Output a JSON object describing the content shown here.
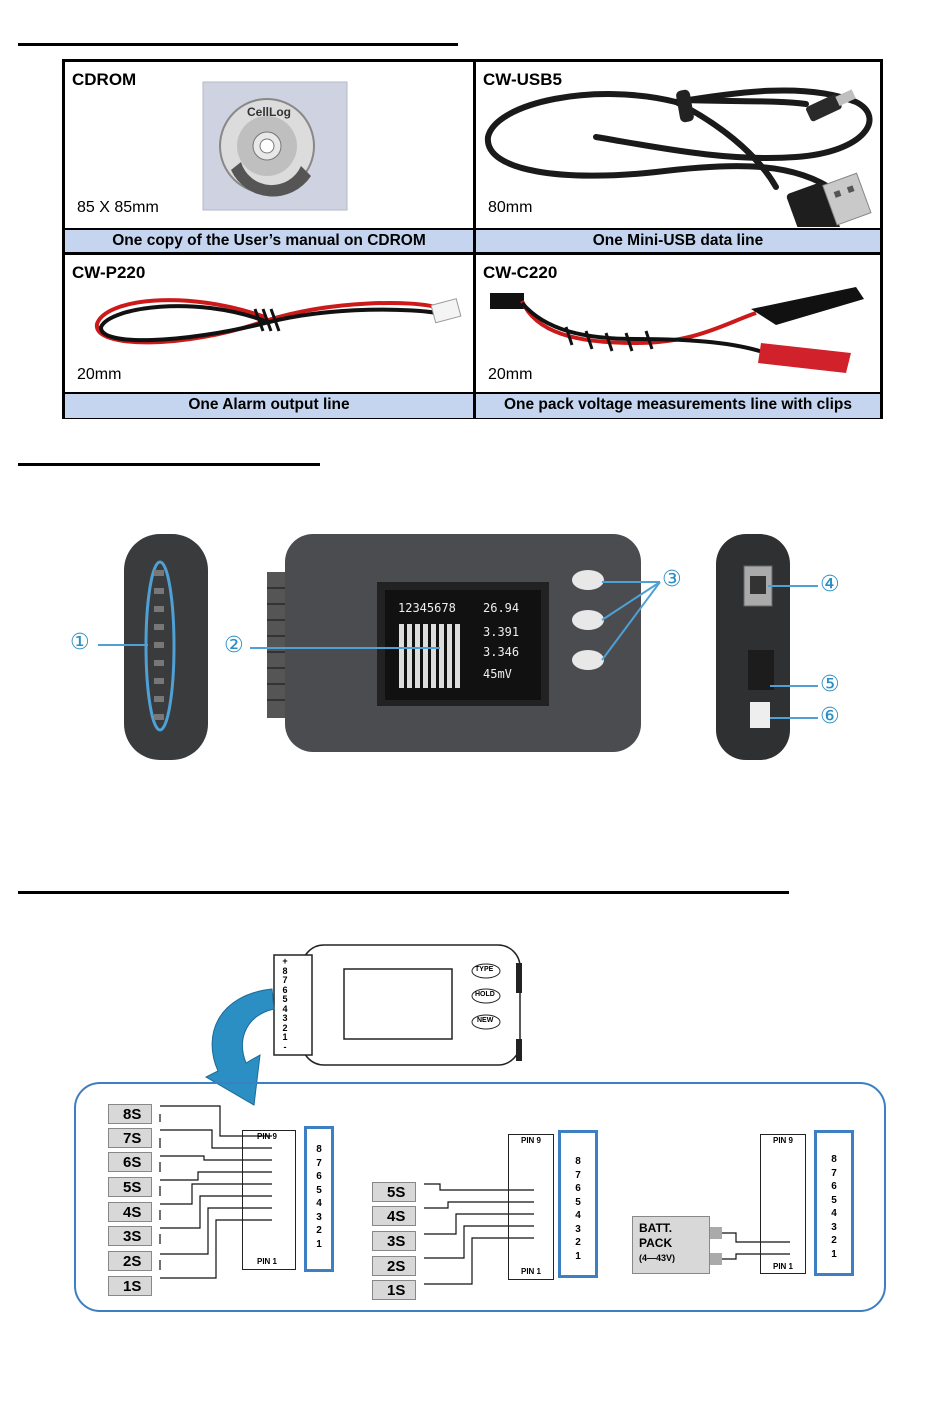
{
  "accessories": [
    {
      "code": "CDROM",
      "size": "85 X 85mm",
      "caption": "One copy of the User’s manual on CDROM",
      "cd_brand": "CellLog"
    },
    {
      "code": "CW-USB5",
      "size": "80mm",
      "caption": "One Mini-USB data line"
    },
    {
      "code": "CW-P220",
      "size": "20mm",
      "caption": "One Alarm output line"
    },
    {
      "code": "CW-C220",
      "size": "20mm",
      "caption": "One pack voltage measurements line with clips"
    }
  ],
  "device": {
    "screen_digits": "12345678",
    "readings": [
      "26.94",
      "3.391",
      "3.346",
      "45mV"
    ],
    "callouts": [
      "①",
      "②",
      "③",
      "④",
      "⑤",
      "⑥"
    ]
  },
  "connection": {
    "buttons": [
      "TYPE",
      "HOLD",
      "NEW"
    ],
    "pins": [
      "8",
      "7",
      "6",
      "5",
      "4",
      "3",
      "2",
      "1",
      "-"
    ],
    "header_pins": [
      "+",
      "8",
      "7",
      "6",
      "5",
      "4",
      "3",
      "2",
      "1",
      "-"
    ],
    "pin_top": "PIN 9",
    "pin_bottom": "PIN 1",
    "cells_8s": [
      "8S",
      "7S",
      "6S",
      "5S",
      "4S",
      "3S",
      "2S",
      "1S"
    ],
    "cells_5s": [
      "5S",
      "4S",
      "3S",
      "2S",
      "1S"
    ],
    "batt": {
      "line1": "BATT.",
      "line2": "PACK",
      "line3": "(4—43V)"
    }
  },
  "colors": {
    "caption_bg": "#c5d5ef",
    "accent_blue": "#2b8fc4",
    "panel_border": "#3c7fc2"
  }
}
